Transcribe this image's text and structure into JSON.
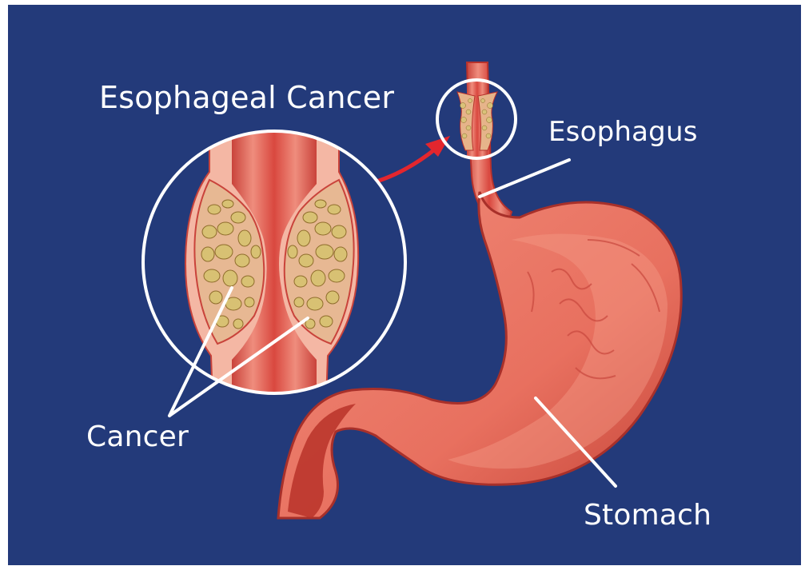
{
  "diagram": {
    "title": "Esophageal Cancer",
    "labels": {
      "esophagus": "Esophagus",
      "cancer": "Cancer",
      "stomach": "Stomach"
    }
  },
  "colors": {
    "background": "#233a7a",
    "tissue": "#e86b5f",
    "tissue_dark": "#b7322c",
    "tumor": "#d9c27a",
    "callout": "#ffffff",
    "arrow": "#e3262e"
  }
}
